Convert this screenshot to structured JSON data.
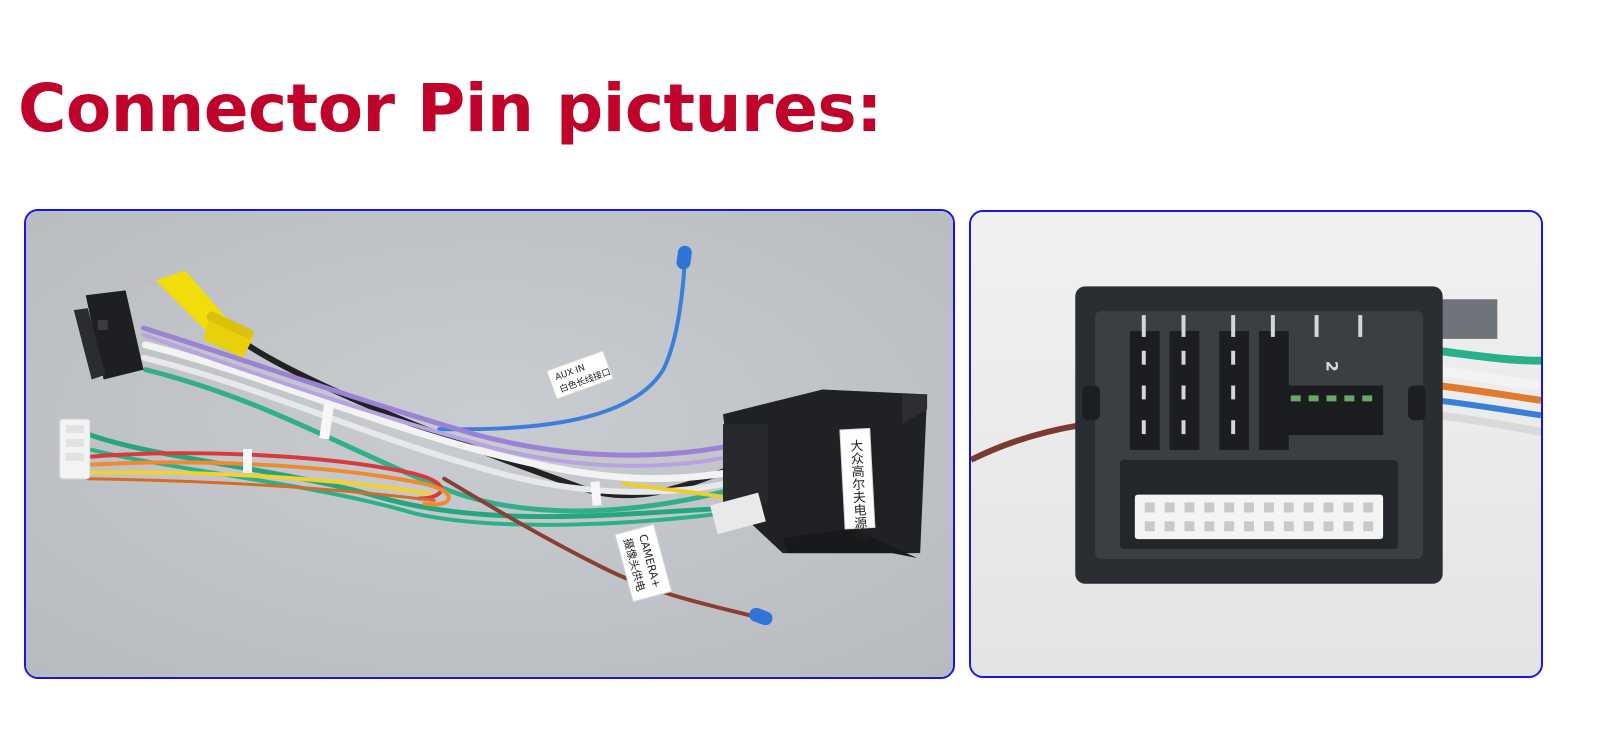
{
  "page": {
    "title": "Connector Pin pictures:",
    "title_color": "#c0032a",
    "frame_color": "#1616e0"
  },
  "photos": [
    {
      "subject": "wiring-harness",
      "labels": {
        "power_label": "大众高尔夫电源线",
        "camera_label_line1": "CAMERA+",
        "camera_label_line2": "摄像头供电",
        "wire_label": "AUX IN",
        "wire_label_line2": "白色长线接口"
      }
    },
    {
      "subject": "connector-closeup",
      "labels": {
        "pin_marker": "2"
      }
    }
  ]
}
